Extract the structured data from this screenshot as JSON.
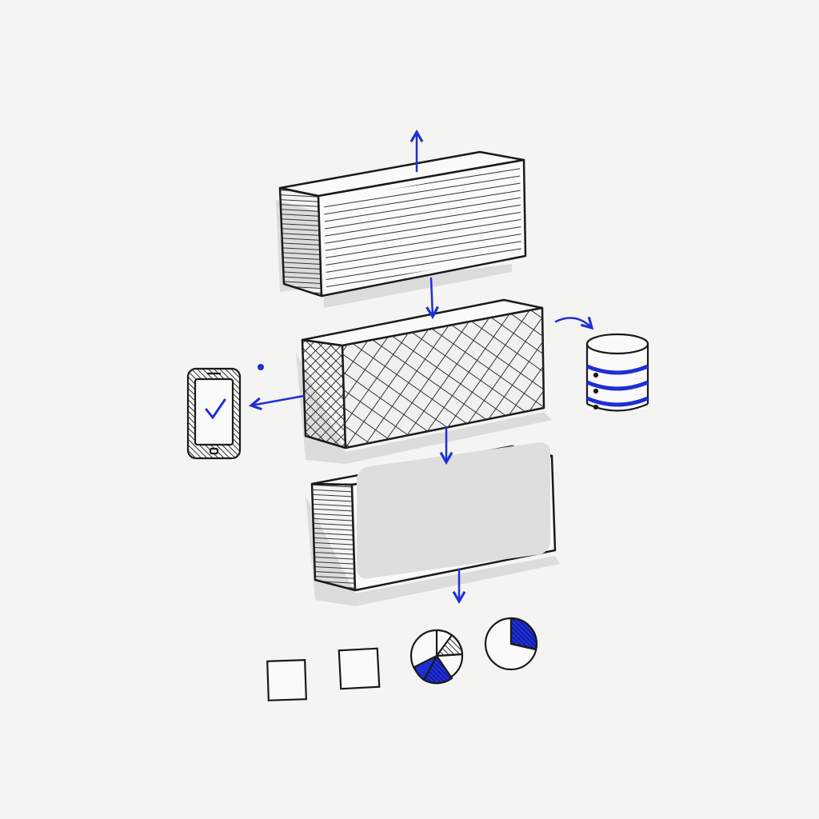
{
  "diagram": {
    "colors": {
      "background": "#f4f4f2",
      "ink": "#1a1a1a",
      "accent": "#1f2fd6",
      "shadow": "#dcdcdc",
      "fill_gray": "#dedede"
    },
    "blocks": [
      {
        "id": "top-layer",
        "pattern": "horizontal-lines"
      },
      {
        "id": "middle-layer",
        "pattern": "crosshatch"
      },
      {
        "id": "bottom-layer",
        "pattern": "solid-gray"
      }
    ],
    "icons": [
      "smartphone-check-icon",
      "database-icon",
      "square-icon",
      "square-icon",
      "pie-chart-icon",
      "pie-chart-icon"
    ]
  }
}
